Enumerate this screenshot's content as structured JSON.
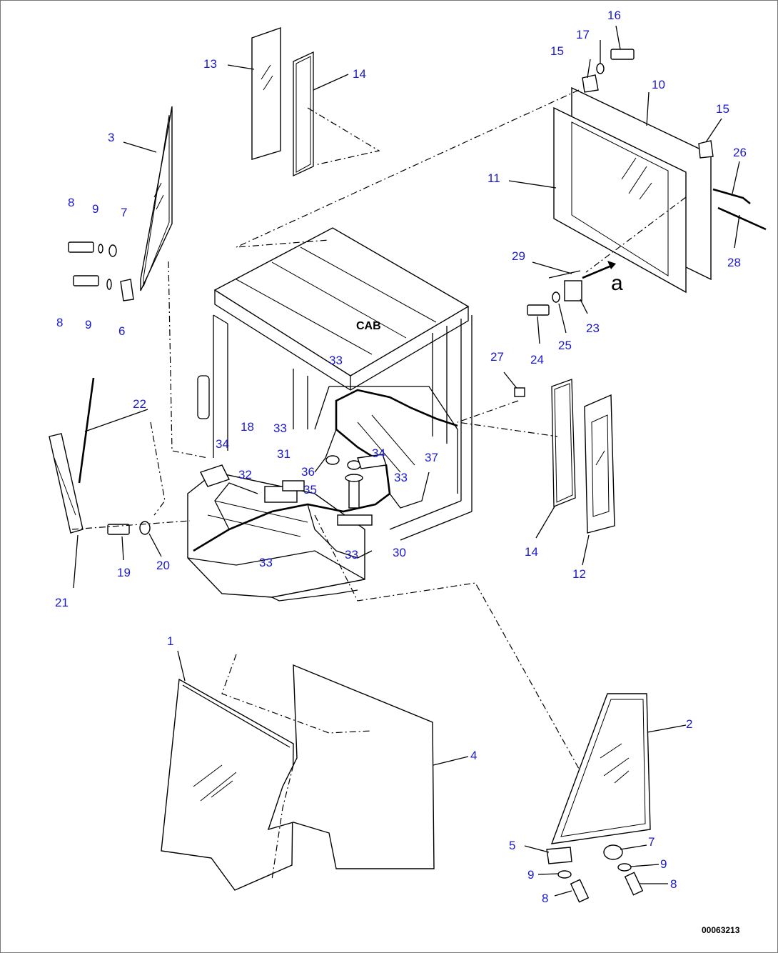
{
  "figure_number": "00063213",
  "body_label": "CAB",
  "arrow_label": "a",
  "callouts": [
    {
      "id": "c1",
      "text": "1"
    },
    {
      "id": "c2",
      "text": "2"
    },
    {
      "id": "c3",
      "text": "3"
    },
    {
      "id": "c4",
      "text": "4"
    },
    {
      "id": "c5",
      "text": "5"
    },
    {
      "id": "c6",
      "text": "6"
    },
    {
      "id": "c7a",
      "text": "7"
    },
    {
      "id": "c7b",
      "text": "7"
    },
    {
      "id": "c8a",
      "text": "8"
    },
    {
      "id": "c8b",
      "text": "8"
    },
    {
      "id": "c8c",
      "text": "8"
    },
    {
      "id": "c8d",
      "text": "8"
    },
    {
      "id": "c9a",
      "text": "9"
    },
    {
      "id": "c9b",
      "text": "9"
    },
    {
      "id": "c9c",
      "text": "9"
    },
    {
      "id": "c9d",
      "text": "9"
    },
    {
      "id": "c10",
      "text": "10"
    },
    {
      "id": "c11",
      "text": "11"
    },
    {
      "id": "c12",
      "text": "12"
    },
    {
      "id": "c13",
      "text": "13"
    },
    {
      "id": "c14a",
      "text": "14"
    },
    {
      "id": "c14b",
      "text": "14"
    },
    {
      "id": "c15a",
      "text": "15"
    },
    {
      "id": "c15b",
      "text": "15"
    },
    {
      "id": "c16",
      "text": "16"
    },
    {
      "id": "c17",
      "text": "17"
    },
    {
      "id": "c18",
      "text": "18"
    },
    {
      "id": "c19",
      "text": "19"
    },
    {
      "id": "c20",
      "text": "20"
    },
    {
      "id": "c21",
      "text": "21"
    },
    {
      "id": "c22",
      "text": "22"
    },
    {
      "id": "c23",
      "text": "23"
    },
    {
      "id": "c24",
      "text": "24"
    },
    {
      "id": "c25",
      "text": "25"
    },
    {
      "id": "c26",
      "text": "26"
    },
    {
      "id": "c27",
      "text": "27"
    },
    {
      "id": "c28",
      "text": "28"
    },
    {
      "id": "c29",
      "text": "29"
    },
    {
      "id": "c30",
      "text": "30"
    },
    {
      "id": "c31",
      "text": "31"
    },
    {
      "id": "c32",
      "text": "32"
    },
    {
      "id": "c33a",
      "text": "33"
    },
    {
      "id": "c33b",
      "text": "33"
    },
    {
      "id": "c33c",
      "text": "33"
    },
    {
      "id": "c33d",
      "text": "33"
    },
    {
      "id": "c33e",
      "text": "33"
    },
    {
      "id": "c34a",
      "text": "34"
    },
    {
      "id": "c34b",
      "text": "34"
    },
    {
      "id": "c35",
      "text": "35"
    },
    {
      "id": "c36",
      "text": "36"
    },
    {
      "id": "c37",
      "text": "37"
    }
  ],
  "colors": {
    "callout_text": "#1a1acc",
    "line": "#000000",
    "background": "#ffffff"
  }
}
